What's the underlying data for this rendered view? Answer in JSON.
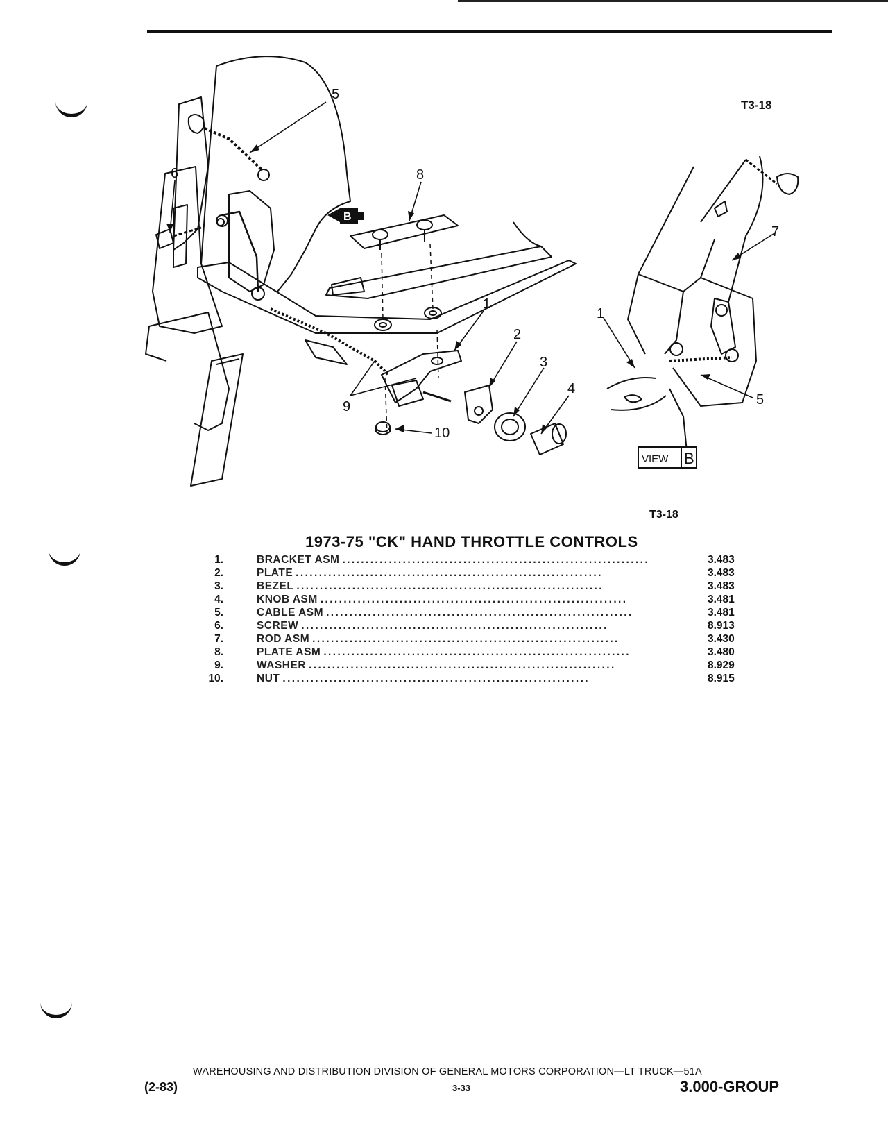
{
  "figure": {
    "code_top": "T3-18",
    "code_bottom": "T3-18",
    "view_label": "VIEW",
    "view_letter": "B",
    "arrow_letter": "B",
    "callouts": {
      "c1a": "1",
      "c2": "2",
      "c3": "3",
      "c4": "4",
      "c5a": "5",
      "c6": "6",
      "c8": "8",
      "c9": "9",
      "c10": "10",
      "c1b": "1",
      "c5b": "5",
      "c7": "7"
    }
  },
  "title": "1973-75 \"CK\" HAND THROTTLE CONTROLS",
  "parts": [
    {
      "num": "1.",
      "name": "BRACKET ASM",
      "code": "3.483"
    },
    {
      "num": "2.",
      "name": "PLATE",
      "code": "3.483"
    },
    {
      "num": "3.",
      "name": "BEZEL",
      "code": "3.483"
    },
    {
      "num": "4.",
      "name": "KNOB ASM",
      "code": "3.481"
    },
    {
      "num": "5.",
      "name": "CABLE ASM",
      "code": "3.481"
    },
    {
      "num": "6.",
      "name": "SCREW",
      "code": "8.913"
    },
    {
      "num": "7.",
      "name": "ROD ASM",
      "code": "3.430"
    },
    {
      "num": "8.",
      "name": "PLATE ASM",
      "code": "3.480"
    },
    {
      "num": "9.",
      "name": "WASHER",
      "code": "8.929"
    },
    {
      "num": "10.",
      "name": "NUT",
      "code": "8.915"
    }
  ],
  "footer": {
    "division": "WAREHOUSING AND DISTRIBUTION  DIVISION OF GENERAL MOTORS CORPORATION—LT TRUCK—51A",
    "date": "(2-83)",
    "page": "3-33",
    "group": "3.000-GROUP"
  }
}
